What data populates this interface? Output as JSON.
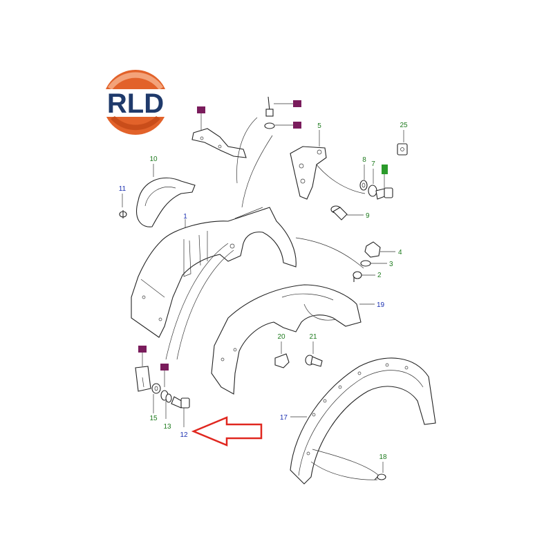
{
  "logo": {
    "text": "RLD",
    "ring_color": "#e2622a",
    "ring_light": "#f3a37a",
    "text_color": "#1f3a6b"
  },
  "labels": {
    "p1": "1",
    "p2": "2",
    "p3": "3",
    "p4": "4",
    "p5": "5",
    "p7": "7",
    "p8": "8",
    "p9": "9",
    "p10": "10",
    "p11": "11",
    "p12": "12",
    "p13": "13",
    "p15": "15",
    "p17": "17",
    "p18": "18",
    "p19": "19",
    "p20": "20",
    "p21": "21",
    "p25": "25"
  },
  "colors": {
    "number_green": "#1d7a1d",
    "number_blue": "#1a2fb0",
    "marker": "#7a1c5c",
    "marker_green": "#2a9a2a",
    "arrow": "#e0271f"
  }
}
